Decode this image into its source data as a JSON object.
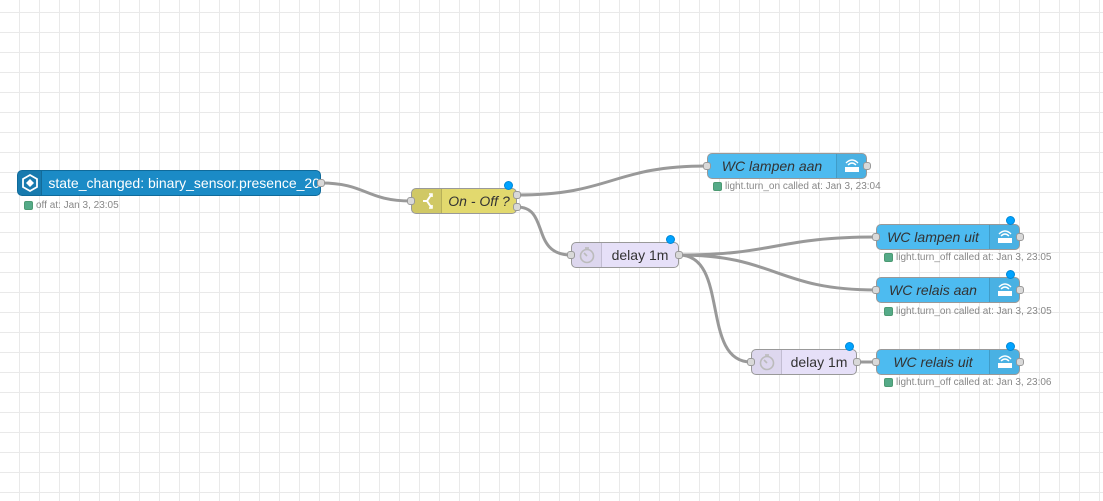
{
  "colors": {
    "ha_event_blue": "#1b8bc6",
    "switch_yellow": "#e2d96e",
    "delay_lavender": "#e6e0f8",
    "service_blue": "#4dbbf0",
    "status_green": "#55aa88",
    "changed_dot": "#00a3ff",
    "wire": "#999999"
  },
  "nodes": {
    "event": {
      "label": "state_changed: binary_sensor.presence_20",
      "icon": "home-assistant-icon",
      "status": "off at: Jan 3, 23:05"
    },
    "switch": {
      "label": "On - Off ?",
      "icon": "switch-icon"
    },
    "delay1": {
      "label": "delay 1m",
      "icon": "timer-icon"
    },
    "delay2": {
      "label": "delay 1m",
      "icon": "timer-icon"
    },
    "wc_lampen_aan": {
      "label": "WC lampen aan",
      "icon": "router-icon",
      "status": "light.turn_on called at: Jan 3, 23:04"
    },
    "wc_lampen_uit": {
      "label": "WC lampen uit",
      "icon": "router-icon",
      "status": "light.turn_off called at: Jan 3, 23:05"
    },
    "wc_relais_aan": {
      "label": "WC relais aan",
      "icon": "router-icon",
      "status": "light.turn_on called at: Jan 3, 23:05"
    },
    "wc_relais_uit": {
      "label": "WC relais uit",
      "icon": "router-icon",
      "status": "light.turn_off called at: Jan 3, 23:06"
    }
  }
}
